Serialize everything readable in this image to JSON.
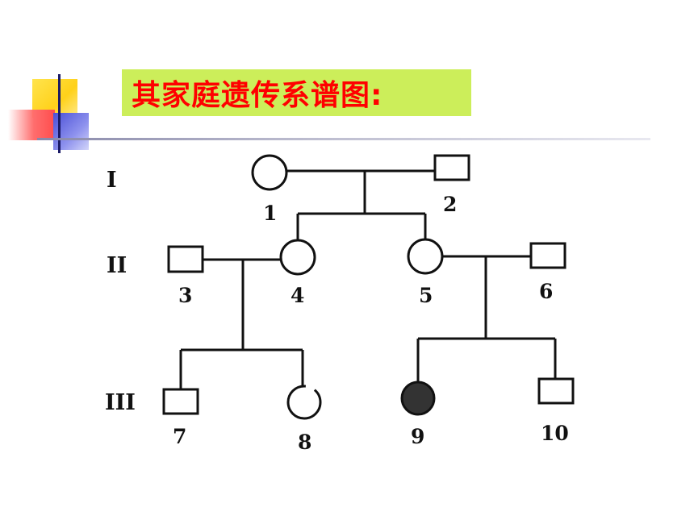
{
  "title": "其家庭遗传系谱图:",
  "generations": [
    "I",
    "II",
    "III"
  ],
  "individuals": [
    {
      "id": "1",
      "sex": "female",
      "affected": false
    },
    {
      "id": "2",
      "sex": "male",
      "affected": false
    },
    {
      "id": "3",
      "sex": "male",
      "affected": false
    },
    {
      "id": "4",
      "sex": "female",
      "affected": false
    },
    {
      "id": "5",
      "sex": "female",
      "affected": false
    },
    {
      "id": "6",
      "sex": "male",
      "affected": false
    },
    {
      "id": "7",
      "sex": "male",
      "affected": false
    },
    {
      "id": "8",
      "sex": "female",
      "affected": false
    },
    {
      "id": "9",
      "sex": "female",
      "affected": true
    },
    {
      "id": "10",
      "sex": "male",
      "affected": false
    }
  ],
  "colors": {
    "title_bg": "#ccee5a",
    "title_text": "#ff0000",
    "line": "#111111",
    "affected_fill": "#333333"
  }
}
